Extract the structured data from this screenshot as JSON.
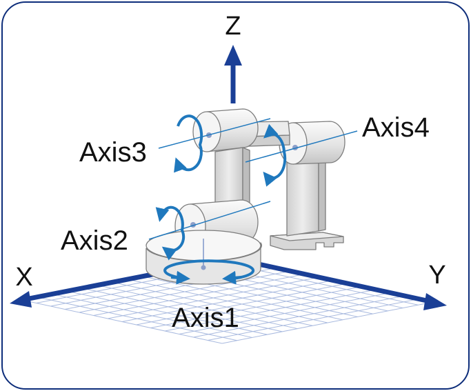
{
  "labels": {
    "axis_z": "Z",
    "axis_x": "X",
    "axis_y": "Y",
    "joint1": "Axis1",
    "joint2": "Axis2",
    "joint3": "Axis3",
    "joint4": "Axis4"
  },
  "colors": {
    "frame": "#0d2d7a",
    "axis_arrow": "#1a3f96",
    "grid": "#9fb2dc",
    "rotation_arrow": "#1f78bd",
    "robot_light": "#f1f1f1",
    "robot_mid": "#d9d9d9",
    "robot_dark": "#bcbcbc",
    "outline": "#7d7d7d"
  },
  "icons": {
    "rotation": "circular-arrow-icon"
  }
}
